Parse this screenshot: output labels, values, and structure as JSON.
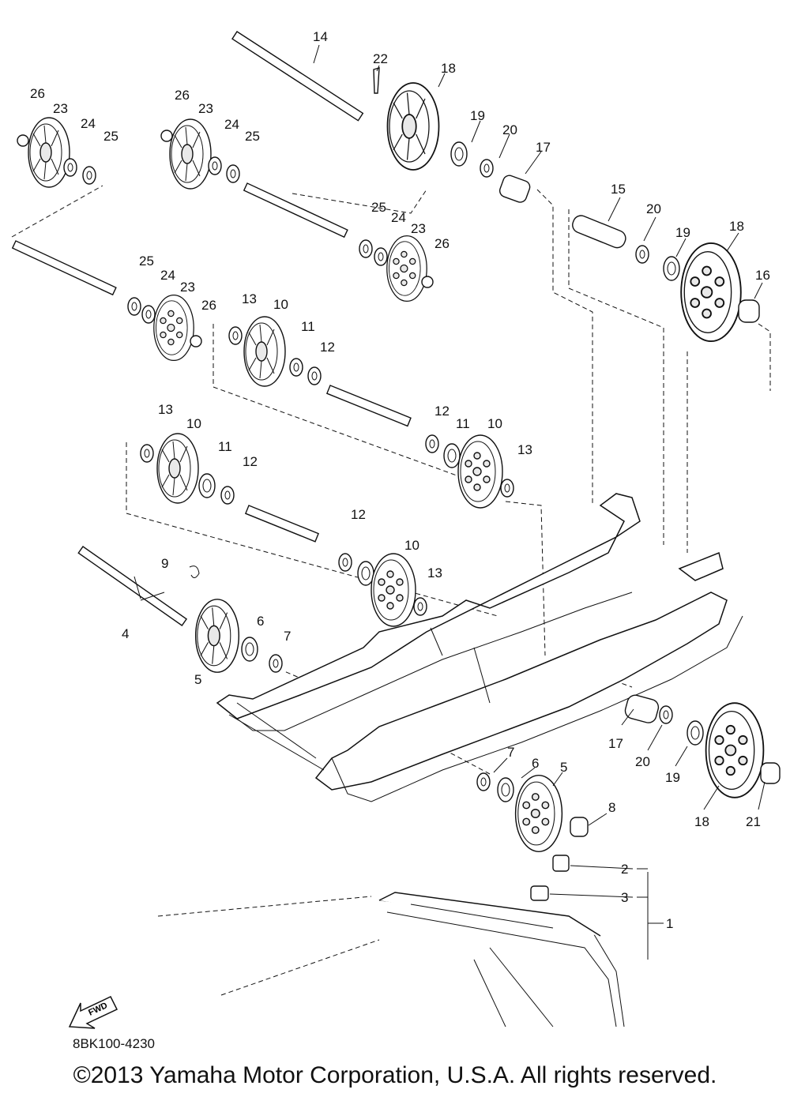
{
  "diagram": {
    "callouts": {
      "c1": "1",
      "c2": "2",
      "c3": "3",
      "c4": "4",
      "c5a": "5",
      "c5b": "5",
      "c6a": "6",
      "c6b": "6",
      "c7a": "7",
      "c7b": "7",
      "c8": "8",
      "c9": "9",
      "c10a": "10",
      "c10b": "10",
      "c10c": "10",
      "c10d": "10",
      "c11a": "11",
      "c11b": "11",
      "c11c": "11",
      "c12a": "12",
      "c12b": "12",
      "c12c": "12",
      "c12d": "12",
      "c13a": "13",
      "c13b": "13",
      "c13c": "13",
      "c13d": "13",
      "c14": "14",
      "c15": "15",
      "c16": "16",
      "c17a": "17",
      "c17b": "17",
      "c18a": "18",
      "c18b": "18",
      "c18c": "18",
      "c19a": "19",
      "c19b": "19",
      "c19c": "19",
      "c20a": "20",
      "c20b": "20",
      "c20c": "20",
      "c21": "21",
      "c22": "22",
      "c23a": "23",
      "c23b": "23",
      "c23c": "23",
      "c23d": "23",
      "c24a": "24",
      "c24b": "24",
      "c24c": "24",
      "c24d": "24",
      "c25a": "25",
      "c25b": "25",
      "c25c": "25",
      "c25d": "25",
      "c26a": "26",
      "c26b": "26",
      "c26c": "26",
      "c26d": "26"
    },
    "fwd_label": "FWD",
    "drawing_code": "8BK100-4230"
  },
  "footer": {
    "copyright": "©2013 Yamaha Motor Corporation, U.S.A. All rights reserved."
  }
}
